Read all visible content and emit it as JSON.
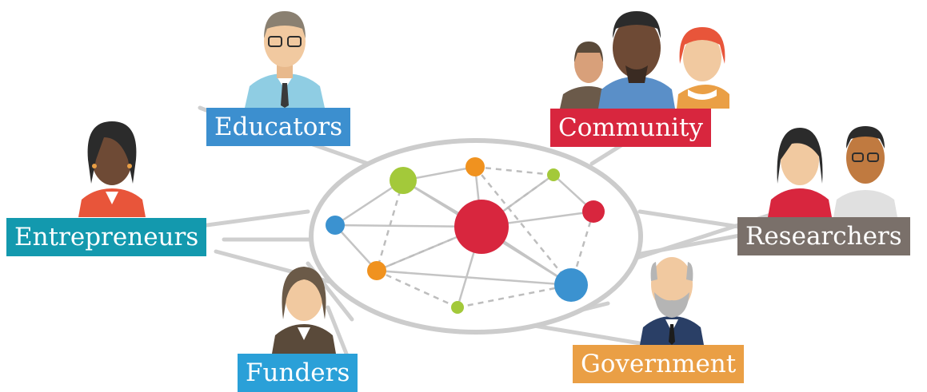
{
  "labels": {
    "educators": "Educators",
    "community": "Community",
    "entrepreneurs": "Entrepreneurs",
    "researchers": "Researchers",
    "funders": "Funders",
    "government": "Government"
  },
  "colors": {
    "educators": "#3c8fcf",
    "community": "#d8263e",
    "entrepreneurs": "#1399ae",
    "researchers": "#7a706a",
    "funders": "#2aa0d8",
    "government": "#ea9f45",
    "network_line": "#c8c8c8",
    "node_red": "#d8263e",
    "node_green": "#a3c93a",
    "node_orange": "#f0921f",
    "node_blue": "#3b92d0"
  },
  "icons": [
    "educator-person-icon",
    "community-group-icon",
    "entrepreneur-person-icon",
    "researchers-pair-icon",
    "funder-person-icon",
    "government-person-icon",
    "network-graph-icon"
  ]
}
